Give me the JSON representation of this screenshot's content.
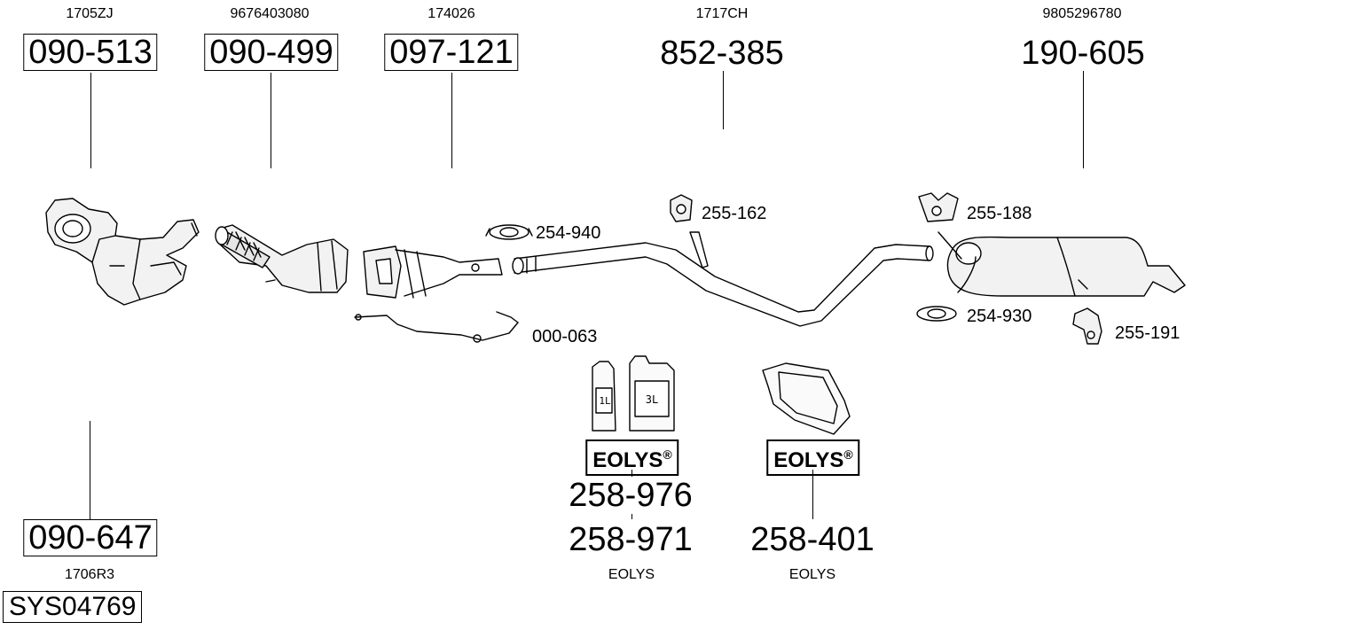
{
  "diagram": {
    "parts": [
      {
        "oem": "1705ZJ",
        "number": "090-513"
      },
      {
        "oem": "9676403080",
        "number": "090-499"
      },
      {
        "oem": "174026",
        "number": "097-121"
      },
      {
        "oem": "1717CH",
        "number": "852-385"
      },
      {
        "oem": "9805296780",
        "number": "190-605"
      },
      {
        "oem": "1706R3",
        "number": "090-647"
      }
    ],
    "small_parts": {
      "clamp_a": "254-940",
      "hanger_a": "255-162",
      "hanger_b": "255-188",
      "clamp_b": "254-930",
      "bracket": "255-191",
      "sensor": "000-063"
    },
    "additive": {
      "bottle_small": "1L",
      "bottle_large": "3L",
      "brand_label": "EOLYS",
      "brand_mark": "®",
      "number_a": "258-976",
      "number_b": "258-971",
      "caption": "EOLYS"
    },
    "pouch": {
      "brand_label": "EOLYS",
      "brand_mark": "®",
      "number": "258-401",
      "caption": "EOLYS"
    },
    "system_code": "SYS04769"
  }
}
